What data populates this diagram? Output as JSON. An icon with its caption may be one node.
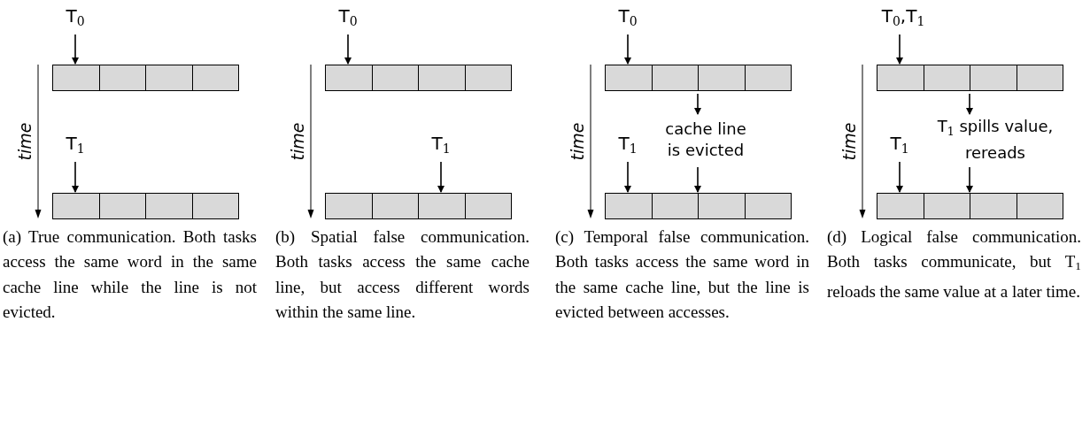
{
  "diagram": {
    "nodes": [
      {
        "text": [
          "T$_{0}$"
        ]
      },
      {
        "text": [],
        "shape": "bar"
      },
      {
        "text": [
          "T$_{1}$"
        ]
      },
      {
        "text": [],
        "shape": "bar"
      },
      {
        "text": [
          "T$_{0}$"
        ]
      },
      {
        "text": [],
        "shape": "bar"
      },
      {
        "text": [
          "T$_{1}$"
        ]
      },
      {
        "text": [],
        "shape": "bar"
      },
      {
        "text": [
          "T$_{0}$"
        ]
      },
      {
        "text": [],
        "shape": "bar"
      },
      {
        "text": [
          "cache line is evicted"
        ]
      },
      {
        "text": [
          "T$_{1}$"
        ]
      },
      {
        "text": [],
        "shape": "bar"
      },
      {
        "text": [
          "T$_{0}$,T$_{1}$"
        ]
      },
      {
        "text": [],
        "shape": "bar"
      },
      {
        "text": [
          "T$_{1}$ spills value, rereads"
        ]
      },
      {
        "text": [
          "T$_{1}$"
        ]
      },
      {
        "text": [],
        "shape": "bar"
      }
    ],
    "edges": [
      {
        "from": 0,
        "to": 1,
        "arrow": "to"
      },
      {
        "from": 2,
        "to": 3,
        "arrow": "to"
      },
      {
        "from": 4,
        "to": 5,
        "arrow": "to"
      },
      {
        "from": 6,
        "to": 7,
        "arrow": "to"
      },
      {
        "from": 8,
        "to": 9,
        "arrow": "to"
      },
      {
        "from": 9,
        "to": 10,
        "arrow": "to"
      },
      {
        "from": 10,
        "to": 12,
        "arrow": "to"
      },
      {
        "from": 11,
        "to": 12,
        "arrow": "to"
      },
      {
        "from": 13,
        "to": 14,
        "arrow": "to"
      },
      {
        "from": 14,
        "to": 15,
        "arrow": "to"
      },
      {
        "from": 15,
        "to": 17,
        "arrow": "to"
      },
      {
        "from": 16,
        "to": 17,
        "arrow": "to"
      }
    ],
    "labels": [
      "time",
      "time",
      "time",
      "time",
      "(a) True communication. Both tasks access the same word in the same cache line while the line is not evicted.",
      "(b) Spatial false communication. Both tasks access the same cache line, but access different words within the same line.",
      "(c) Temporal false communication. Both tasks access the same word in the same cache line, but the line is evicted between accesses.",
      "(d) Logical false communication. Both tasks communicate, but T$_{1}$ reloads the same value at a later time."
    ]
  }
}
